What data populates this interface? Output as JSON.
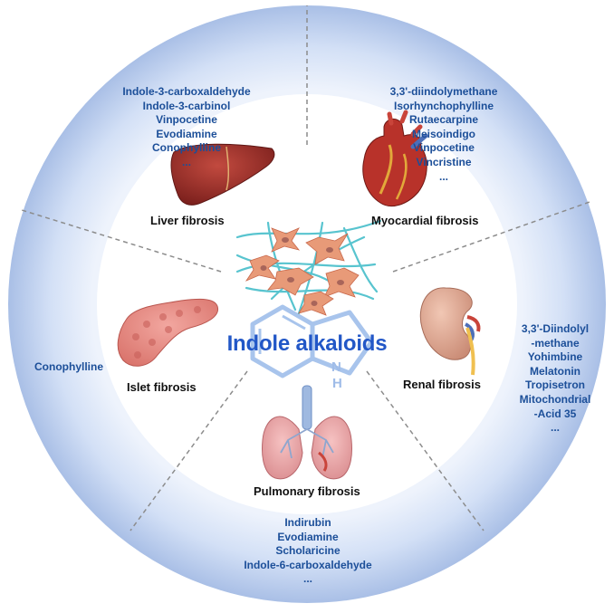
{
  "center_title": "Indole alkaloids",
  "nh_label": "N",
  "h_label": "H",
  "sections": {
    "liver": {
      "title": "Liver fibrosis",
      "compounds": [
        "Indole-3-carboxaldehyde",
        "Indole-3-carbinol",
        "Vinpocetine",
        "Evodiamine",
        "Conophylline",
        "..."
      ]
    },
    "myocardial": {
      "title": "Myocardial fibrosis",
      "compounds": [
        "3,3'-diindolymethane",
        "Isorhynchophylline",
        "Rutaecarpine",
        "Meisoindigo",
        "Vinpocetine",
        "Vincristine",
        "..."
      ]
    },
    "renal": {
      "title": "Renal fibrosis",
      "compounds": [
        "3,3'-Diindolyl",
        "-methane",
        "Yohimbine",
        "Melatonin",
        "Tropisetron",
        "Mitochondrial",
        "-Acid 35",
        "..."
      ]
    },
    "pulmonary": {
      "title": "Pulmonary fibrosis",
      "compounds": [
        "Indirubin",
        "Evodiamine",
        "Scholaricine",
        "Indole-6-carboxaldehyde",
        "..."
      ]
    },
    "islet": {
      "title": "Islet fibrosis",
      "compounds": [
        "Conophylline"
      ]
    }
  },
  "colors": {
    "ring_edge": "#a9bfe6",
    "ring_light": "#eef3fc",
    "divider": "#8c8c8c",
    "label_blue": "#1c4f99",
    "title_blue": "#2257c7",
    "indole_ring": "#a8c4ec",
    "fiber": "#58c4cf",
    "cell": "#e89a78"
  },
  "icons": [
    "liver-icon",
    "heart-icon",
    "kidney-icon",
    "lungs-icon",
    "pancreas-icon",
    "fibroblast-cells-icon",
    "indole-structure-icon"
  ]
}
